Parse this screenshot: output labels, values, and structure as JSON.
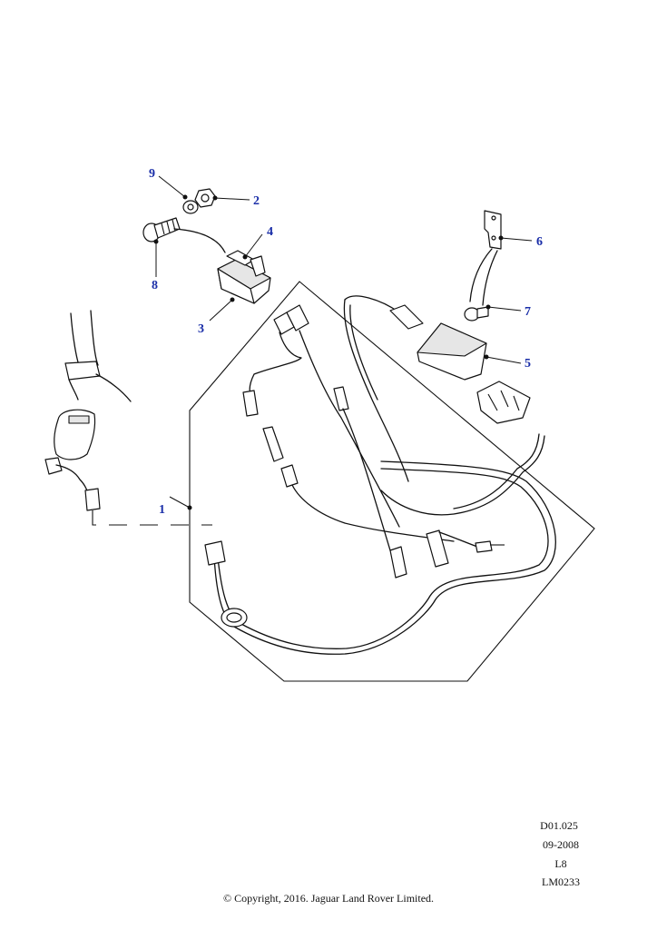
{
  "diagram": {
    "callouts": [
      {
        "id": "callout-1",
        "label": "1"
      },
      {
        "id": "callout-2",
        "label": "2"
      },
      {
        "id": "callout-3",
        "label": "3"
      },
      {
        "id": "callout-4",
        "label": "4"
      },
      {
        "id": "callout-5",
        "label": "5"
      },
      {
        "id": "callout-6",
        "label": "6"
      },
      {
        "id": "callout-7",
        "label": "7"
      },
      {
        "id": "callout-8",
        "label": "8"
      },
      {
        "id": "callout-9",
        "label": "9"
      }
    ],
    "colors": {
      "callout": "#1a2ea8",
      "line": "#111111"
    }
  },
  "meta": {
    "drawing_ref": "D01.025",
    "date": "09-2008",
    "model": "L8",
    "illustration_id": "LM0233"
  },
  "footer": {
    "copyright": "© Copyright, 2016. Jaguar Land Rover Limited."
  }
}
